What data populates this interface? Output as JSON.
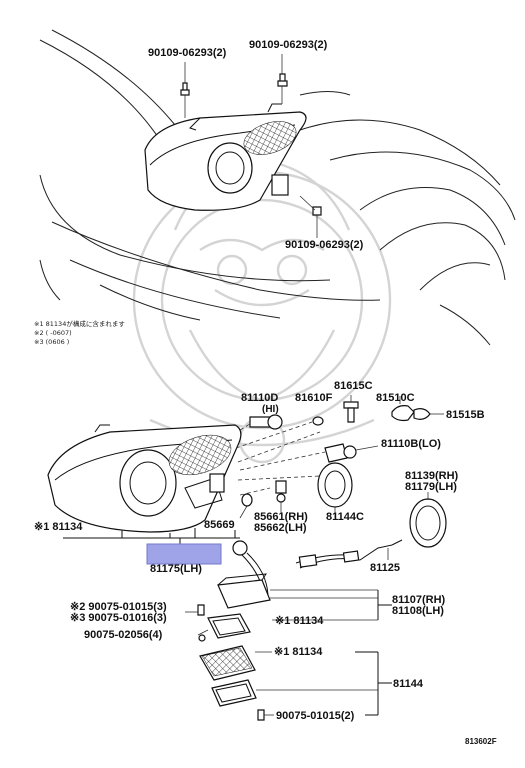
{
  "top_labels": {
    "bolt_left": "90109-06293(2)",
    "bolt_right": "90109-06293(2)",
    "bolt_bottom": "90109-06293(2)"
  },
  "notes": [
    "※1 81134が構成に含まれます",
    "※2 (     -0607)",
    "※3 (0606     )"
  ],
  "parts": {
    "p81110d": "81110D",
    "p81110d_sub": "(HI)",
    "p81610f": "81610F",
    "p81615c": "81615C",
    "p81510c": "81510C",
    "p81515b": "81515B",
    "p81110b": "81110B(LO)",
    "p81139": "81139(RH)",
    "p81179": "81179(LH)",
    "p81134_main": "※1 81134",
    "p85669": "85669",
    "p85661": "85661(RH)",
    "p85662": "85662(LH)",
    "p81144c": "81144C",
    "p81175": "81175(LH)",
    "p81125": "81125",
    "p81107": "81107(RH)",
    "p81108": "81108(LH)",
    "p81134_mid": "※1 81134",
    "p90075_01015": "※2 90075-01015(3)",
    "p90075_01016": "※3 90075-01016(3)",
    "p90075_02056": "90075-02056(4)",
    "p81134_low": "※1 81134",
    "p81144": "81144",
    "p90075_bottom": "90075-01015(2)"
  },
  "footer_code": "813602F",
  "colors": {
    "line": "#111111",
    "highlight_box": "#9fa4e8",
    "watermark": "#d4d4d4"
  }
}
